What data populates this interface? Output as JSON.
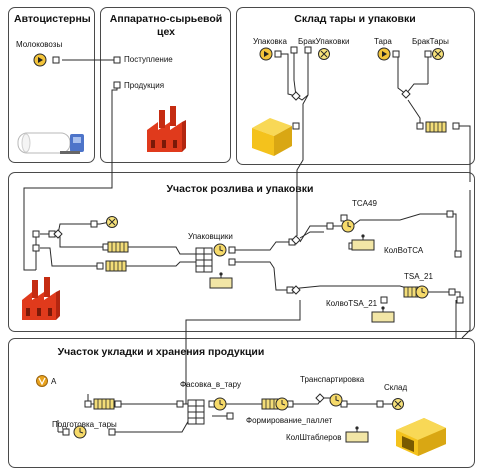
{
  "panels": {
    "tanks": {
      "title": "Автоцистерны",
      "source_label": "Молоковозы"
    },
    "hardware": {
      "title_line1": "Аппаратно-сырьевой",
      "title_line2": "цех",
      "port_in_label": "Поступление",
      "port_out_label": "Продукция"
    },
    "storage": {
      "title": "Склад тары и упаковки",
      "pack_source": "Упаковка",
      "pack_defect": "БракУпаковки",
      "tare_source": "Тара",
      "tare_defect": "БракТары"
    },
    "bottling": {
      "title": "Участок розлива и упаковки",
      "packers": "Упаковщики",
      "tca_seize": "TCA49",
      "tca_count": "КолВоТСА",
      "tsa_seize": "TSA_21",
      "tsa_count": "КолвоTSA_21"
    },
    "warehouse": {
      "title": "Участок укладки и хранения продукции",
      "param": "A",
      "pack_tare": "Фасовка_в_тару",
      "prep_tare": "Подготовка_тары",
      "pallet": "Формирование_паллет",
      "transport": "Транспартировка",
      "stock": "Склад",
      "stackers": "КолШтаблеров"
    }
  },
  "colors": {
    "line": "#2a2a2a",
    "source_fill": "#f3c43a",
    "sink_fill": "#f7e27a",
    "queue_fill": "#f3dd78",
    "delay_fill": "#f6da6a",
    "factory_red": "#e03a1c",
    "box_yellow": "#f4c21c",
    "truck_blue": "#4d74c9",
    "resource_fill": "#f2e6a6"
  },
  "icons": [
    "source-icon",
    "sink-icon",
    "queue-icon",
    "delay-icon",
    "select-output-icon",
    "seize-icon",
    "resource-pool-icon",
    "factory-icon",
    "box-icon",
    "truck-icon",
    "warehouse-icon",
    "parameter-icon"
  ]
}
